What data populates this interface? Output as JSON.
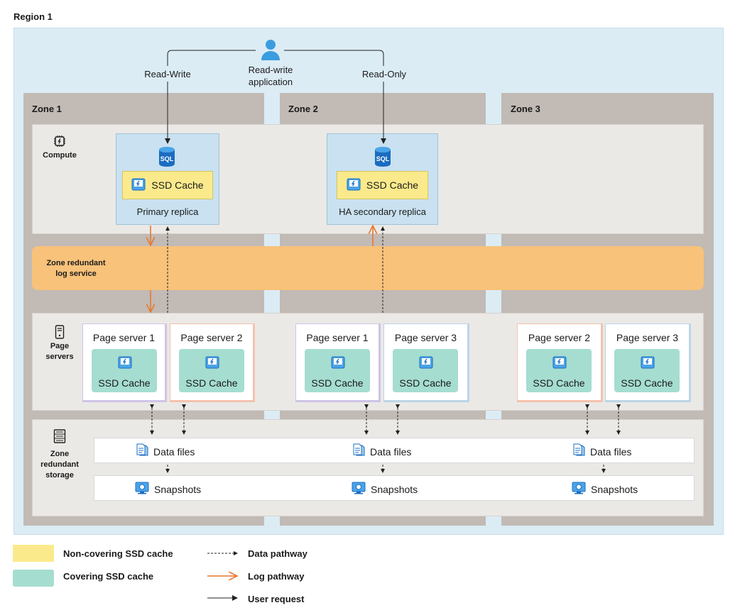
{
  "region": {
    "title": "Region 1"
  },
  "zones": [
    {
      "label": "Zone 1"
    },
    {
      "label": "Zone 2"
    },
    {
      "label": "Zone 3"
    }
  ],
  "rows": {
    "compute": "Compute",
    "page_servers_1": "Page",
    "page_servers_2": "servers",
    "storage_1": "Zone",
    "storage_2": "redundant",
    "storage_3": "storage"
  },
  "top": {
    "app_label_1": "Read-write",
    "app_label_2": "application",
    "read_write": "Read-Write",
    "read_only": "Read-Only"
  },
  "replicas": [
    {
      "name": "Primary replica",
      "cache": "SSD Cache",
      "db_icon_text": "SQL"
    },
    {
      "name": "HA secondary replica",
      "cache": "SSD Cache",
      "db_icon_text": "SQL"
    }
  ],
  "log_service": {
    "line1": "Zone redundant",
    "line2": "log service"
  },
  "page_servers": [
    {
      "zone": 1,
      "title": "Page server 1",
      "cache": "SSD Cache"
    },
    {
      "zone": 1,
      "title": "Page server 2",
      "cache": "SSD Cache"
    },
    {
      "zone": 2,
      "title": "Page server 1",
      "cache": "SSD Cache"
    },
    {
      "zone": 2,
      "title": "Page server 3",
      "cache": "SSD Cache"
    },
    {
      "zone": 3,
      "title": "Page server 2",
      "cache": "SSD Cache"
    },
    {
      "zone": 3,
      "title": "Page server 3",
      "cache": "SSD Cache"
    }
  ],
  "storage": {
    "data_files": [
      "Data files",
      "Data files",
      "Data files"
    ],
    "snapshots": [
      "Snapshots",
      "Snapshots",
      "Snapshots"
    ]
  },
  "legend": {
    "non_covering": "Non-covering SSD cache",
    "covering": "Covering SSD cache",
    "data_pathway": "Data pathway",
    "log_pathway": "Log pathway",
    "user_request": "User request"
  },
  "colors": {
    "non_covering_cache": "#fbea8c",
    "covering_cache": "#a5ddd0",
    "log_service": "#f8c27a",
    "log_pathway": "#e8772e",
    "region_bg": "#dcecf5",
    "zone_bg": "#c1bab5"
  },
  "icons": [
    "user-icon",
    "sql-database-icon",
    "ssd-cache-icon",
    "chip-icon",
    "phone-server-icon",
    "storage-icon",
    "data-files-icon",
    "snapshots-icon"
  ]
}
